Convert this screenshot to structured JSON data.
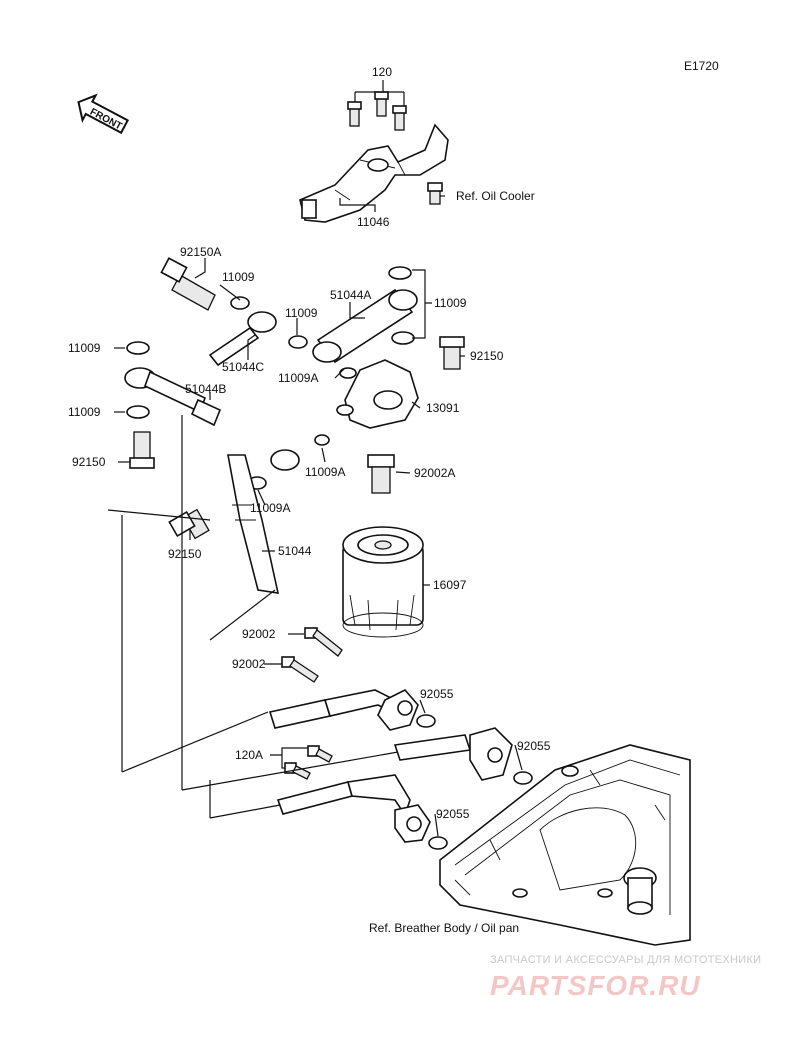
{
  "diagram_code": "E1720",
  "front_badge": "FRONT",
  "callouts": [
    {
      "id": "c120",
      "text": "120"
    },
    {
      "id": "c11046",
      "text": "11046"
    },
    {
      "id": "cRefCooler",
      "text": "Ref. Oil Cooler"
    },
    {
      "id": "c92150A",
      "text": "92150A"
    },
    {
      "id": "c11009a",
      "text": "11009"
    },
    {
      "id": "c11009b",
      "text": "11009"
    },
    {
      "id": "c51044A",
      "text": "51044A"
    },
    {
      "id": "c11009c",
      "text": "11009"
    },
    {
      "id": "c11009d",
      "text": "11009"
    },
    {
      "id": "c51044C",
      "text": "51044C"
    },
    {
      "id": "c11009Aa",
      "text": "11009A"
    },
    {
      "id": "c92150a",
      "text": "92150"
    },
    {
      "id": "c51044B",
      "text": "51044B"
    },
    {
      "id": "c11009e",
      "text": "11009"
    },
    {
      "id": "c13091",
      "text": "13091"
    },
    {
      "id": "c92150b",
      "text": "92150"
    },
    {
      "id": "c11009Ab",
      "text": "11009A"
    },
    {
      "id": "c92002A",
      "text": "92002A"
    },
    {
      "id": "c11009Ac",
      "text": "11009A"
    },
    {
      "id": "c92150c",
      "text": "92150"
    },
    {
      "id": "c51044",
      "text": "51044"
    },
    {
      "id": "c16097",
      "text": "16097"
    },
    {
      "id": "c92002a",
      "text": "92002"
    },
    {
      "id": "c92002b",
      "text": "92002"
    },
    {
      "id": "c92055a",
      "text": "92055"
    },
    {
      "id": "c120A",
      "text": "120A"
    },
    {
      "id": "c92055b",
      "text": "92055"
    },
    {
      "id": "c92055c",
      "text": "92055"
    },
    {
      "id": "cRefBreather",
      "text": "Ref. Breather Body / Oil pan"
    }
  ],
  "watermark": {
    "tagline": "ЗАПЧАСТИ И АКСЕССУАРЫ ДЛЯ МОТОТЕХНИКИ",
    "brand": "PARTSFOR.RU"
  }
}
